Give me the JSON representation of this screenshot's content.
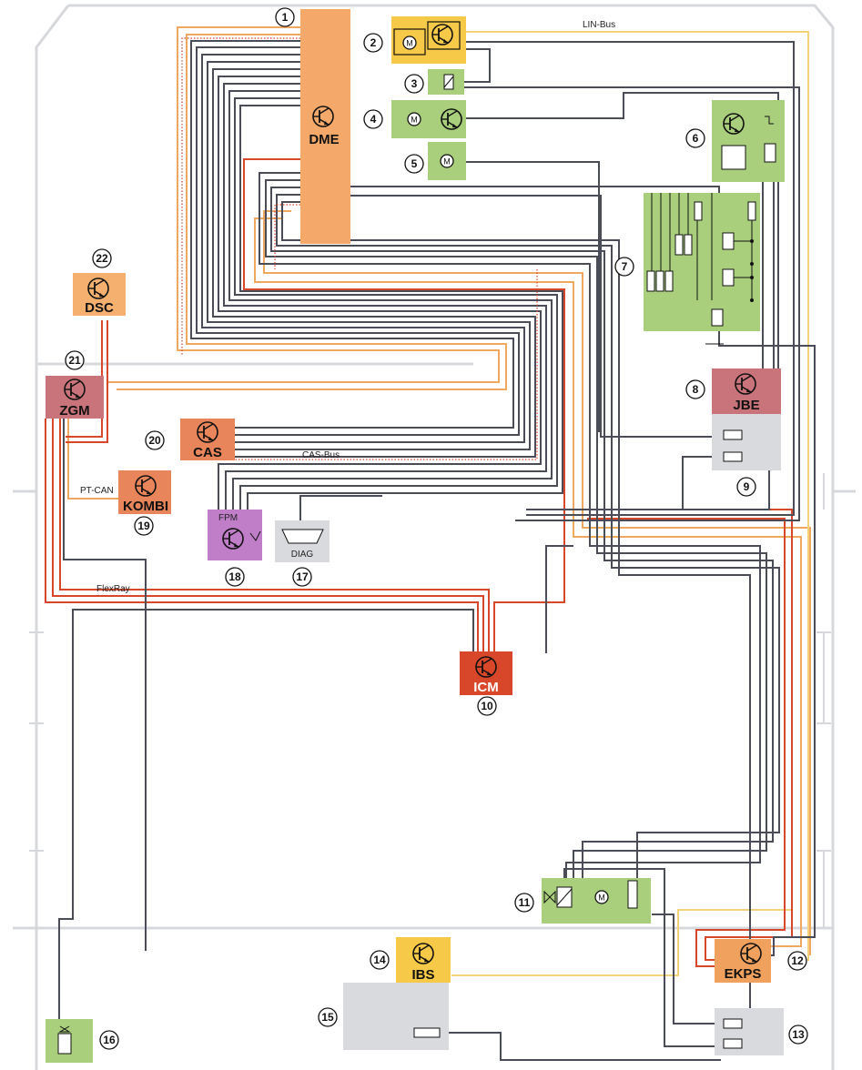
{
  "bus_labels": {
    "lin": "LIN-Bus",
    "cas": "CAS-Bus",
    "ptcan": "PT-CAN",
    "flexray": "FlexRay"
  },
  "components": {
    "dme": "DME",
    "dsc": "DSC",
    "zgm": "ZGM",
    "cas": "CAS",
    "kombi": "KOMBI",
    "fpm": "FPM",
    "diag": "DIAG",
    "icm": "ICM",
    "jbe": "JBE",
    "ibs": "IBS",
    "ekps": "EKPS"
  },
  "numbers": [
    "1",
    "2",
    "3",
    "4",
    "5",
    "6",
    "7",
    "8",
    "9",
    "10",
    "11",
    "12",
    "13",
    "14",
    "15",
    "16",
    "17",
    "18",
    "19",
    "20",
    "21",
    "22"
  ],
  "colors": {
    "wire_gray": "#4a4d57",
    "wire_red": "#d9472a",
    "wire_orange": "#f0a860",
    "wire_yellow": "#f5d27a",
    "dme_orange": "#f4a96b",
    "dsc_orange": "#f5b06f",
    "zgm_rose": "#c9737a",
    "cas_orange": "#e8855b",
    "fpm_purple": "#c07ec8",
    "icm_red": "#d9472a",
    "jbe_rose": "#c9737a",
    "ibs_yellow": "#f7c948",
    "ekps_orange": "#f1a15e",
    "green_module": "#a9cf7d",
    "gray_box": "#d9dadd"
  },
  "icons": [
    "transistor-icon",
    "motor-icon",
    "relay-icon",
    "fuse-icon",
    "valve-icon",
    "connector-icon"
  ]
}
